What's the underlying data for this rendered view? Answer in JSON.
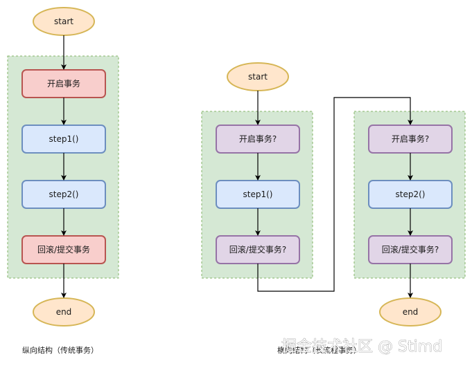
{
  "left": {
    "start": "start",
    "open_tx": "开启事务",
    "step1": "step1()",
    "step2": "step2()",
    "commit": "回滚/提交事务",
    "end": "end",
    "caption": "纵向结构（传统事务）"
  },
  "right": {
    "start": "start",
    "group1": {
      "open_tx": "开启事务?",
      "step1": "step1()",
      "commit": "回滚/提交事务?"
    },
    "group2": {
      "open_tx": "开启事务?",
      "step2": "step2()",
      "commit": "回滚/提交事务?"
    },
    "end": "end",
    "caption": "横向结构（长流程事务）"
  },
  "watermark": "掘金技术社区 @ Stimd",
  "colors": {
    "group_fill": "#d5e8d4",
    "terminal_fill": "#ffe6cc",
    "red_fill": "#f8cecc",
    "blue_fill": "#dae8fc",
    "purple_fill": "#e1d5e7"
  }
}
